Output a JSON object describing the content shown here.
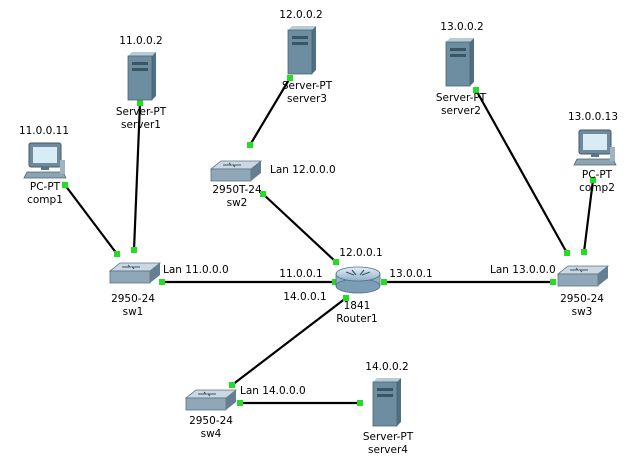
{
  "colors": {
    "link": "#000000",
    "port": "#22dd22",
    "server_body": "#6d8ea0",
    "switch_body": "#8fa7b7",
    "router_body": "#b8cfe0"
  },
  "devices": {
    "server1": {
      "ip": "11.0.0.2",
      "model": "Server-PT",
      "name": "server1"
    },
    "server3": {
      "ip": "12.0.0.2",
      "model": "Server-PT",
      "name": "server3"
    },
    "server2": {
      "ip": "13.0.0.2",
      "model": "Server-PT",
      "name": "server2"
    },
    "server4": {
      "ip": "14.0.0.2",
      "model": "Server-PT",
      "name": "server4"
    },
    "comp1": {
      "ip": "11.0.0.11",
      "model": "PC-PT",
      "name": "comp1"
    },
    "comp2": {
      "ip": "13.0.0.13",
      "model": "PC-PT",
      "name": "comp2"
    },
    "sw1": {
      "model": "2950-24",
      "name": "sw1"
    },
    "sw2": {
      "model": "2950T-24",
      "name": "sw2"
    },
    "sw3": {
      "model": "2950-24",
      "name": "sw3"
    },
    "sw4": {
      "model": "2950-24",
      "name": "sw4"
    },
    "router1": {
      "model": "1841",
      "name": "Router1"
    }
  },
  "links": {
    "lan11": "Lan 11.0.0.0",
    "lan12": "Lan 12.0.0.0",
    "lan13": "Lan 13.0.0.0",
    "lan14": "Lan 14.0.0.0"
  },
  "router_interfaces": {
    "if11": "11.0.0.1",
    "if12": "12.0.0.1",
    "if13": "13.0.0.1",
    "if14": "14.0.0.1"
  }
}
